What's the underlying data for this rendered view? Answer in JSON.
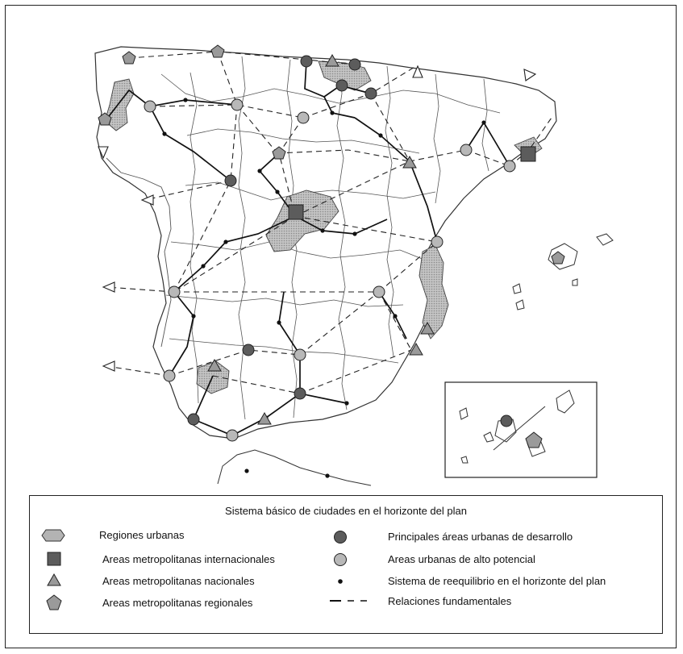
{
  "legend": {
    "title": "Sistema básico de ciudades en el horizonte del plan",
    "items": [
      {
        "key": "urban-regions",
        "label": "Regiones urbanas",
        "symbol": "hexagon-fill"
      },
      {
        "key": "intl-metro",
        "label": "Areas metropolitanas internacionales",
        "symbol": "square"
      },
      {
        "key": "natl-metro",
        "label": "Areas metropolitanas nacionales",
        "symbol": "triangle"
      },
      {
        "key": "reg-metro",
        "label": "Areas metropolitanas regionales",
        "symbol": "pentagon"
      },
      {
        "key": "dev-areas",
        "label": "Principales áreas urbanas de desarrollo",
        "symbol": "dark-circle"
      },
      {
        "key": "potential-areas",
        "label": "Areas urbanas de alto potencial",
        "symbol": "light-circle"
      },
      {
        "key": "rebalance",
        "label": "Sistema de reequilibrio en el horizonte del plan",
        "symbol": "dot"
      },
      {
        "key": "relations",
        "label": "Relaciones fundamentales",
        "symbol": "lines"
      }
    ]
  },
  "colors": {
    "fill_gray": "#b3b3b3",
    "dark_circle": "#5c5c5c",
    "light_circle": "#b8b8b8",
    "ink": "#222222"
  }
}
